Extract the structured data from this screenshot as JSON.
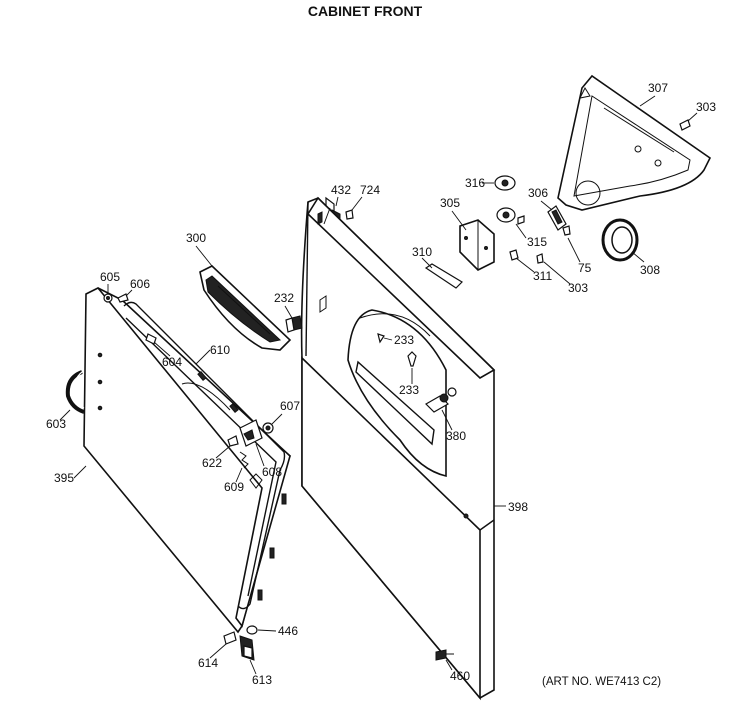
{
  "title": "CABINET FRONT",
  "art_number": "(ART NO. WE7413 C2)",
  "callouts": {
    "p307": "307",
    "p303a": "303",
    "p316": "316",
    "p306": "306",
    "p305": "305",
    "p432": "432",
    "p724": "724",
    "p300": "300",
    "p310": "310",
    "p315": "315",
    "p75": "75",
    "p308": "308",
    "p311": "311",
    "p303b": "303",
    "p605": "605",
    "p606": "606",
    "p232": "232",
    "p233a": "233",
    "p233b": "233",
    "p604": "604",
    "p610": "610",
    "p603": "603",
    "p607": "607",
    "p380": "380",
    "p622": "622",
    "p608": "608",
    "p609": "609",
    "p395": "395",
    "p398": "398",
    "p446": "446",
    "p614": "614",
    "p613": "613",
    "p460": "460"
  }
}
